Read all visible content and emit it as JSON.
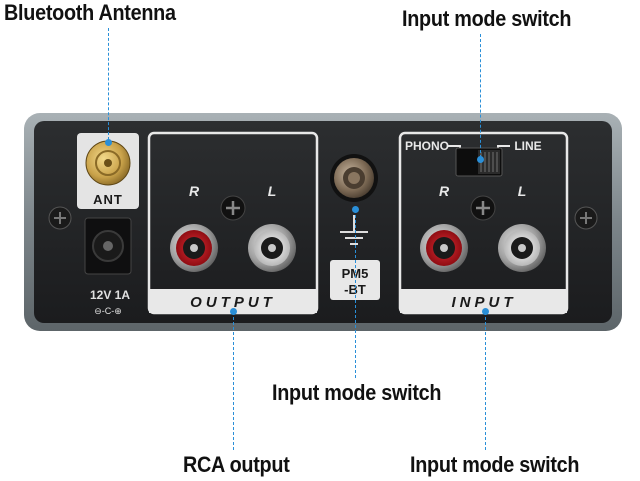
{
  "callouts": {
    "bluetooth_antenna": "Bluetooth Antenna",
    "input_mode_switch_top": "Input mode switch",
    "input_mode_switch_middle": "Input mode switch",
    "rca_output": "RCA output",
    "input_mode_switch_bottom": "Input mode switch"
  },
  "panel": {
    "antenna_label": "ANT",
    "power_label": "12V 1A",
    "power_polarity": "⊖-C-⊕",
    "output_title": "OUTPUT",
    "input_title": "INPUT",
    "right_channel": "R",
    "left_channel": "L",
    "right_channel_input": "R",
    "left_channel_input": "L",
    "model_line1": "PM5",
    "model_line2": "-BT",
    "switch_left_label": "PHONO",
    "switch_right_label": "LINE"
  },
  "colors": {
    "leader_line": "#2a8fd8",
    "panel_face": "#222426",
    "panel_frame": "#8a9398",
    "section_outline": "#e8e8e8",
    "rca_red": "#c0141c",
    "rca_white": "#e6e6e6",
    "antenna_gold": "#c9a24a"
  }
}
